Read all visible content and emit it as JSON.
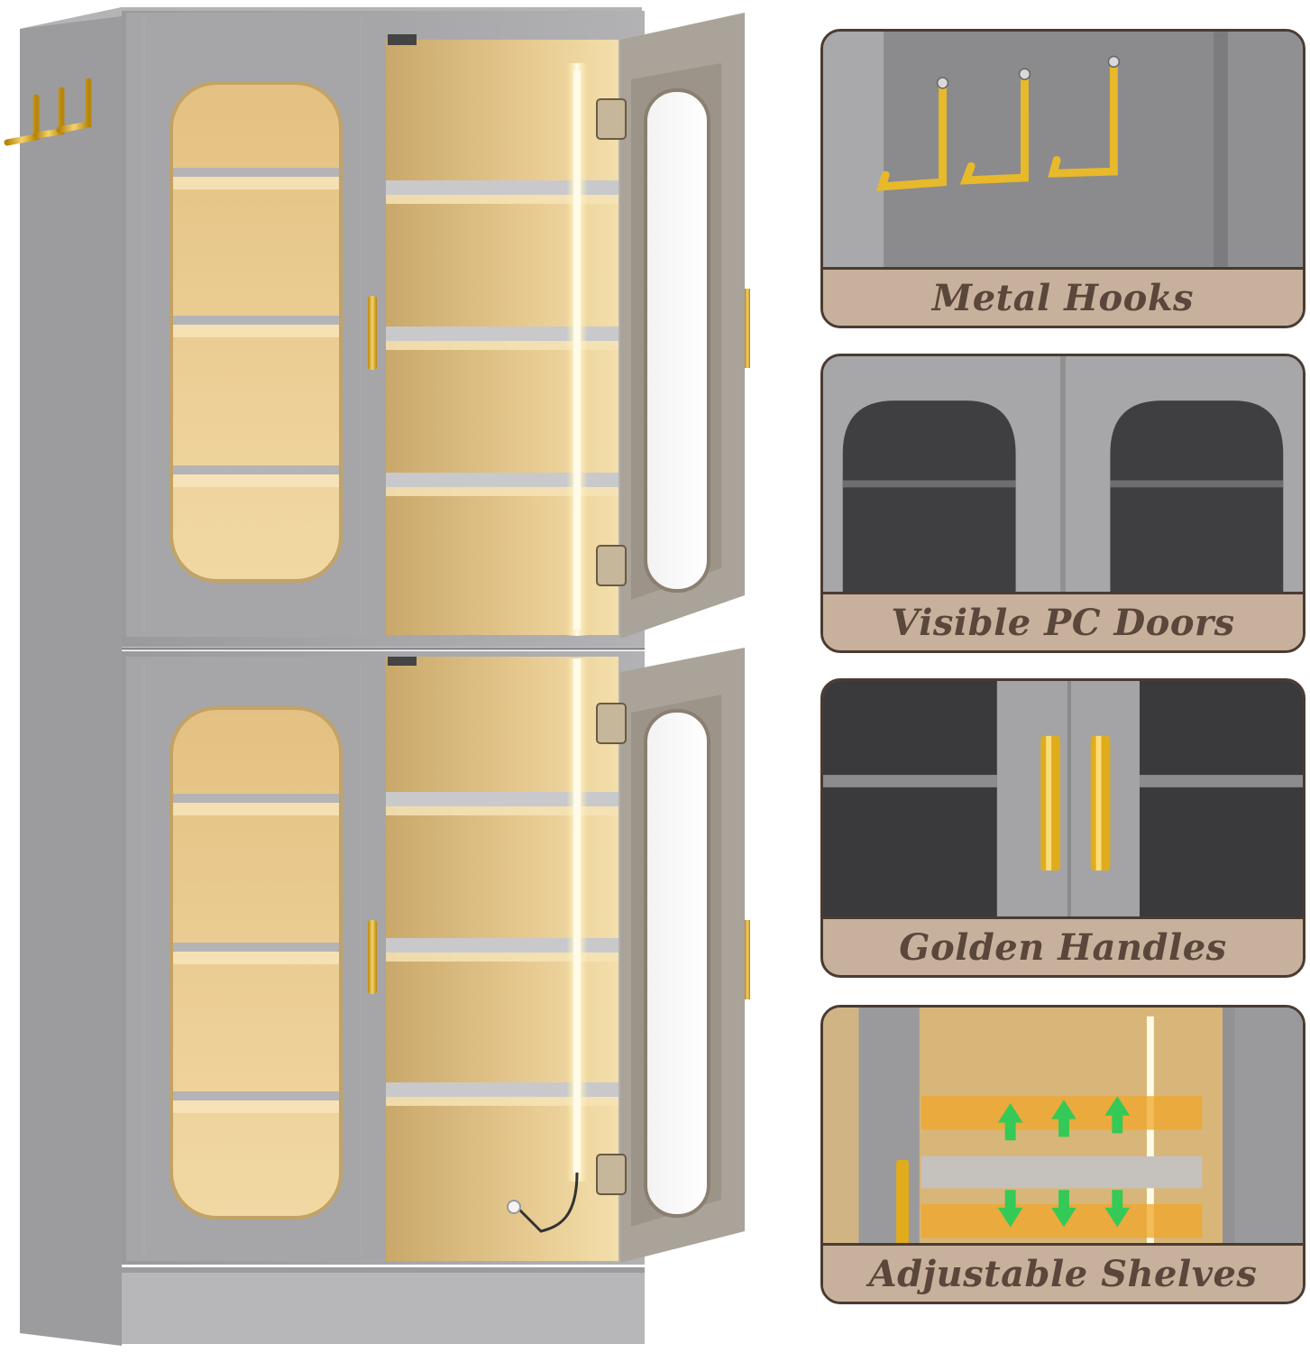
{
  "features": [
    {
      "id": "metal-hooks",
      "label": "Metal Hooks"
    },
    {
      "id": "visible-pc-doors",
      "label": "Visible PC Doors"
    },
    {
      "id": "golden-handles",
      "label": "Golden Handles"
    },
    {
      "id": "adjustable-shelves",
      "label": "Adjustable Shelves"
    }
  ],
  "colors": {
    "cabinet_gray": "#a3a3a5",
    "interior_wood": "#e7c98e",
    "led_glow": "#fff6c8",
    "gold": "#d9a520",
    "caption_bg": "#c8b19c",
    "caption_text": "#5a463b",
    "panel_border": "#4a3b32",
    "arrow_green": "#3dd45a"
  },
  "icons": [
    "hook-icon",
    "up-arrow-icon",
    "down-arrow-icon"
  ]
}
